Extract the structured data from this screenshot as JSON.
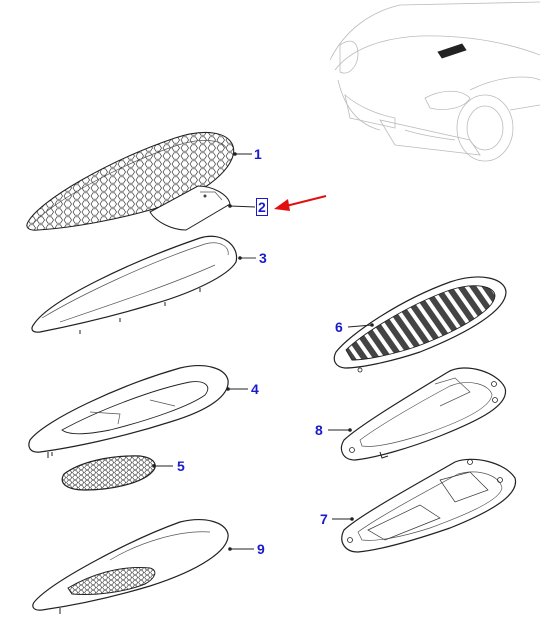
{
  "diagram": {
    "callouts": [
      {
        "id": "1",
        "label": "1"
      },
      {
        "id": "2",
        "label": "2",
        "highlighted": true
      },
      {
        "id": "3",
        "label": "3"
      },
      {
        "id": "4",
        "label": "4"
      },
      {
        "id": "5",
        "label": "5"
      },
      {
        "id": "6",
        "label": "6"
      },
      {
        "id": "7",
        "label": "7"
      },
      {
        "id": "8",
        "label": "8"
      },
      {
        "id": "9",
        "label": "9"
      }
    ],
    "colors": {
      "callout_text": "#1a1acc",
      "highlight_arrow": "#e01010",
      "line_art": "#222222",
      "car_sketch": "#b8b8b8"
    }
  }
}
